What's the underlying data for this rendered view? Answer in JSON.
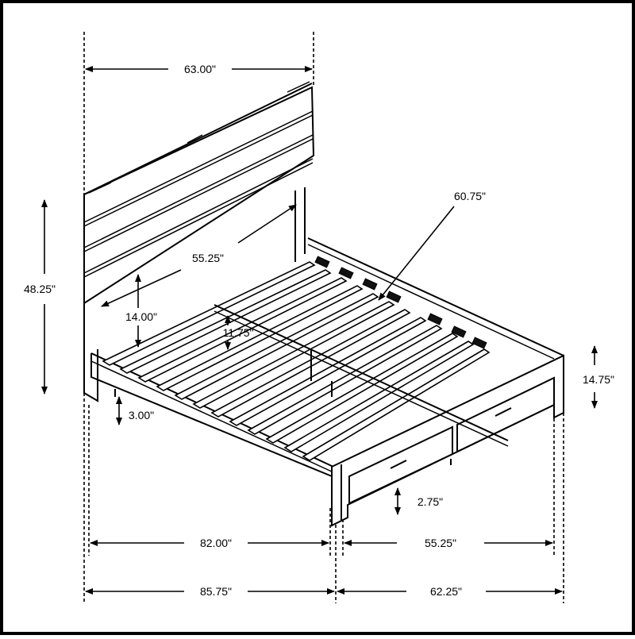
{
  "diagram": {
    "type": "dimension-drawing",
    "subject": "bed frame with headboard and storage drawers",
    "dimensions": {
      "headboard_width": "63.00\"",
      "overall_height": "48.25\"",
      "inner_width": "55.25\"",
      "headboard_panel_height": "14.00\"",
      "rail_clearance": "11.75\"",
      "diagonal": "60.75\"",
      "footboard_height": "14.75\"",
      "floor_clearance": "3.00\"",
      "drawer_height": "2.75\"",
      "inner_length": "82.00\"",
      "footboard_inner_width": "55.25\"",
      "overall_length": "85.75\"",
      "overall_width": "62.25\""
    }
  }
}
